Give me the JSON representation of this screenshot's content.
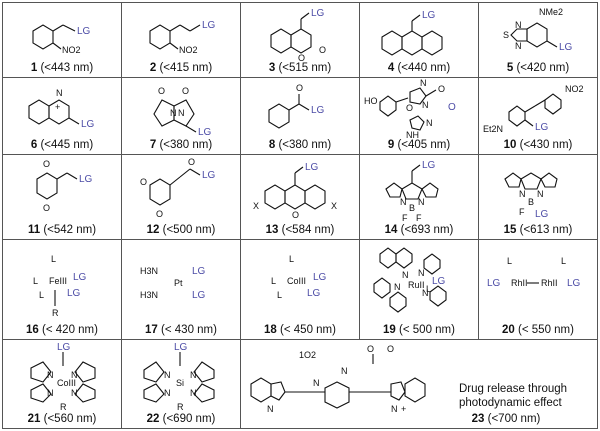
{
  "compounds": [
    {
      "num": "1",
      "range": "(<443 nm)",
      "lg": "LG",
      "atoms": [
        "NO2"
      ]
    },
    {
      "num": "2",
      "range": "(<415 nm)",
      "lg": "LG",
      "atoms": [
        "NO2"
      ]
    },
    {
      "num": "3",
      "range": "(<515 nm)",
      "lg": "LG",
      "atoms": [
        "O",
        "O"
      ]
    },
    {
      "num": "4",
      "range": "(<440 nm)",
      "lg": "LG",
      "atoms": []
    },
    {
      "num": "5",
      "range": "(<420 nm)",
      "lg": "LG",
      "atoms": [
        "NMe2",
        "N",
        "S",
        "N"
      ]
    },
    {
      "num": "6",
      "range": "(<445 nm)",
      "lg": "LG",
      "atoms": [
        "N",
        "+"
      ]
    },
    {
      "num": "7",
      "range": "(<380 nm)",
      "lg": "LG",
      "atoms": [
        "O",
        "N",
        "N",
        "O"
      ]
    },
    {
      "num": "8",
      "range": "(<380 nm)",
      "lg": "LG",
      "atoms": [
        "O"
      ]
    },
    {
      "num": "9",
      "range": "(<405 nm)",
      "lg": "",
      "atoms": [
        "HO",
        "N",
        "N",
        "O",
        "O",
        "N",
        "NH",
        "O"
      ]
    },
    {
      "num": "10",
      "range": "(<430 nm)",
      "lg": "LG",
      "atoms": [
        "NO2",
        "Et2N"
      ]
    },
    {
      "num": "11",
      "range": "(<542 nm)",
      "lg": "LG",
      "atoms": [
        "O",
        "O"
      ]
    },
    {
      "num": "12",
      "range": "(<500 nm)",
      "lg": "LG",
      "atoms": [
        "O",
        "O",
        "O"
      ]
    },
    {
      "num": "13",
      "range": "(<584 nm)",
      "lg": "LG",
      "atoms": [
        "X",
        "O",
        "X"
      ]
    },
    {
      "num": "14",
      "range": "(<693 nm)",
      "lg": "LG",
      "atoms": [
        "N",
        "N",
        "B",
        "F",
        "F"
      ]
    },
    {
      "num": "15",
      "range": "(<613 nm)",
      "lg": "LG",
      "atoms": [
        "N",
        "N",
        "B",
        "F"
      ]
    },
    {
      "num": "16",
      "range": "(< 420 nm)",
      "lg": "LG",
      "atoms": [
        "L",
        "L",
        "L",
        "FeIII",
        "R"
      ]
    },
    {
      "num": "17",
      "range": "(< 430 nm)",
      "lg": "LG",
      "atoms": [
        "H3N",
        "H3N",
        "Pt",
        "LG"
      ]
    },
    {
      "num": "18",
      "range": "(< 450 nm)",
      "lg": "LG",
      "atoms": [
        "L",
        "L",
        "L",
        "CoIII"
      ]
    },
    {
      "num": "19",
      "range": "(< 500 nm)",
      "lg": "LG",
      "atoms": [
        "N",
        "N",
        "N",
        "N",
        "RuII",
        "L"
      ]
    },
    {
      "num": "20",
      "range": "(< 550 nm)",
      "lg": "LG",
      "atoms": [
        "L",
        "L",
        "RhII",
        "RhII",
        "LG"
      ]
    },
    {
      "num": "21",
      "range": "(<560 nm)",
      "lg": "LG",
      "atoms": [
        "N",
        "N",
        "CoIII",
        "N",
        "N",
        "R"
      ]
    },
    {
      "num": "22",
      "range": "(<690 nm)",
      "lg": "LG",
      "atoms": [
        "N",
        "N",
        "Si",
        "N",
        "N",
        "R"
      ]
    },
    {
      "num": "23",
      "range": "(<700 nm)",
      "lg": "",
      "atoms": [
        "1O2",
        "O",
        "O",
        "N",
        "N",
        "N",
        "+"
      ]
    }
  ],
  "drug_text": {
    "line1": "Drug release through",
    "line2": "photodynamic effect"
  }
}
